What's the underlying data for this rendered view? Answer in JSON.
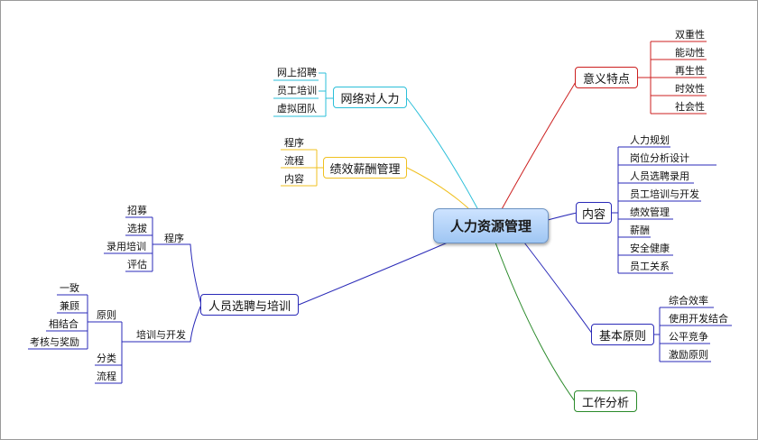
{
  "colors": {
    "red": "#cc1f1f",
    "blue": "#2a2ab8",
    "cyan": "#2bbfd9",
    "gold": "#f0c020",
    "green": "#2a8a2a",
    "root_fill": "#b4d4fa"
  },
  "root": {
    "label": "人力资源管理"
  },
  "significance": {
    "label": "意义特点",
    "items": [
      "双重性",
      "能动性",
      "再生性",
      "时效性",
      "社会性"
    ]
  },
  "content": {
    "label": "内容",
    "items": [
      "人力规划",
      "岗位分析设计",
      "人员选聘录用",
      "员工培训与开发",
      "绩效管理",
      "薪酬",
      "安全健康",
      "员工关系"
    ]
  },
  "principles": {
    "label": "基本原则",
    "items": [
      "综合效率",
      "使用开发结合",
      "公平竞争",
      "激励原则"
    ]
  },
  "job_analysis": {
    "label": "工作分析"
  },
  "network": {
    "label": "网络对人力",
    "items": [
      "网上招聘",
      "员工培训",
      "虚拟团队"
    ]
  },
  "performance": {
    "label": "绩效薪酬管理",
    "items": [
      "程序",
      "流程",
      "内容"
    ]
  },
  "recruit": {
    "label": "人员选聘与培训",
    "procedure": {
      "label": "程序",
      "items": [
        "招募",
        "选拔",
        "录用培训",
        "评估"
      ]
    },
    "training": {
      "label": "培训与开发",
      "principle": {
        "label": "原则",
        "items": [
          "一致",
          "兼顾",
          "相结合",
          "考核与奖励"
        ]
      },
      "classification": {
        "label": "分类"
      },
      "flow": {
        "label": "流程"
      }
    }
  }
}
